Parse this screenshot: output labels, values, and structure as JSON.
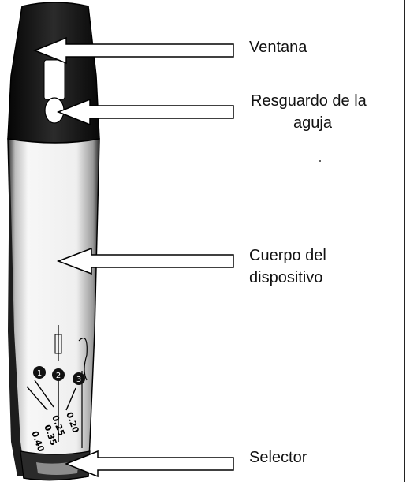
{
  "labels": {
    "window": "Ventana",
    "needle_guard_line1": "Resguardo de la",
    "needle_guard_line2": "aguja",
    "body_line1": "Cuerpo del",
    "body_line2": "dispositivo",
    "selector": "Selector"
  },
  "dial": {
    "numbers": [
      "1",
      "2",
      "3"
    ],
    "doses": [
      "0.40",
      "0.35",
      "0.25",
      "0.20"
    ]
  },
  "colors": {
    "device_cap": "#1a1a1a",
    "device_body": "#f2f2f2",
    "outline": "#000000",
    "arrow_fill": "#ffffff"
  }
}
